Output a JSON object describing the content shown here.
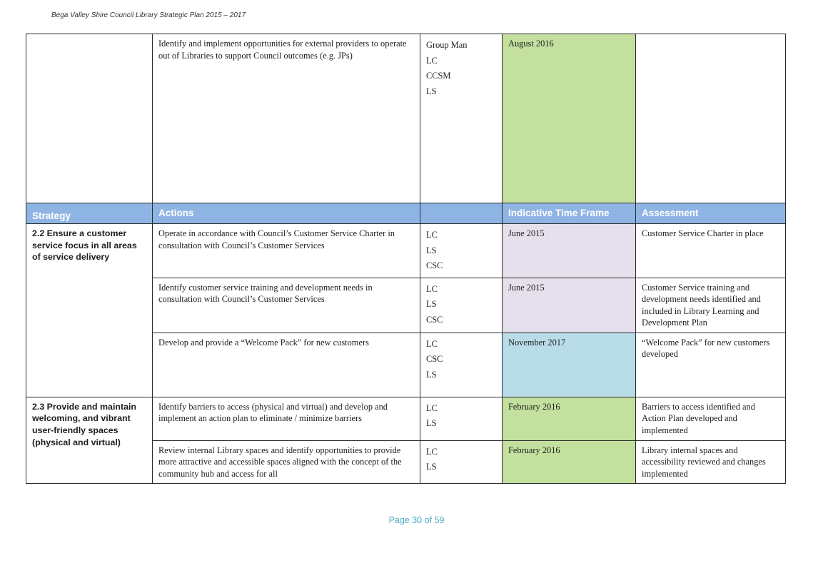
{
  "header_text": "Bega Valley Shire Council Library Strategic Plan 2015 – 2017",
  "top_row": {
    "strategy": "",
    "action": "Identify and implement opportunities for external providers to operate out of Libraries to support Council outcomes (e.g. JPs)",
    "responsible": [
      "Group Man",
      "LC",
      "CCSM",
      "LS"
    ],
    "timeframe": "August 2016",
    "assessment": ""
  },
  "columns": {
    "strategy": "Strategy",
    "actions": "Actions",
    "responsible": "",
    "timeframe": "Indicative Time Frame",
    "assessment": "Assessment"
  },
  "strategies": [
    {
      "title": "2.2 Ensure a customer service focus in all areas of service delivery",
      "rows": [
        {
          "action": "Operate in accordance with Council’s Customer Service Charter in consultation with Council’s Customer Services",
          "responsible": [
            "LC",
            "LS",
            "CSC"
          ],
          "timeframe": "June 2015",
          "assessment": "Customer Service Charter in place"
        },
        {
          "action": "Identify customer service training and development needs  in consultation with Council’s Customer Services",
          "responsible": [
            "LC",
            "LS",
            "CSC"
          ],
          "timeframe": "June 2015",
          "assessment": "Customer Service training and development needs identified and included in Library  Learning and Development Plan"
        },
        {
          "action": "Develop and provide a “Welcome Pack” for new customers",
          "responsible": [
            "LC",
            "CSC",
            "LS"
          ],
          "timeframe": "November 2017",
          "assessment": "“Welcome Pack” for new customers developed"
        }
      ]
    },
    {
      "title": "2.3 Provide and maintain welcoming, and vibrant user-friendly spaces (physical and virtual)",
      "rows": [
        {
          "action": "Identify barriers to access (physical and virtual) and develop and implement an action plan to eliminate / minimize barriers",
          "responsible": [
            "LC",
            "LS"
          ],
          "timeframe": "February  2016",
          "assessment": "Barriers to access identified and Action Plan developed and implemented"
        },
        {
          "action": "Review internal Library spaces and identify opportunities to provide more attractive and accessible spaces aligned with the concept of the community hub and access for all",
          "responsible": [
            "LC",
            "LS"
          ],
          "timeframe": "February  2016",
          "assessment": "Library internal spaces and accessibility reviewed and changes implemented"
        }
      ]
    }
  ],
  "footer": "Page 30 of 59",
  "colors": {
    "header_blue": "#8eb4e3",
    "timeframe_green": "#c3e09e",
    "timeframe_lilac": "#e6e0ec",
    "timeframe_blue": "#b8dde9",
    "page_number": "#4bacc6"
  }
}
